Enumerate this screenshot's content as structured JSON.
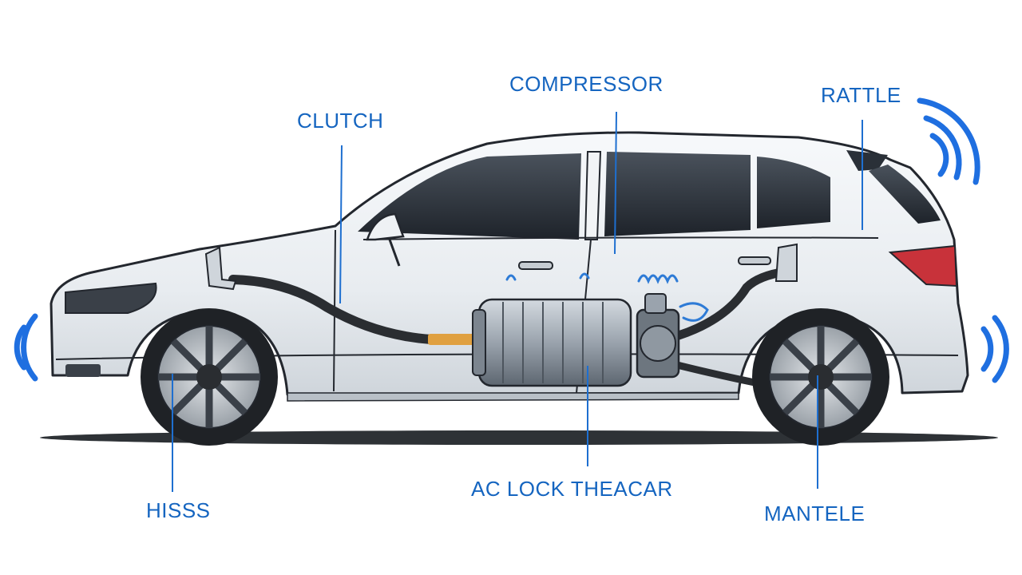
{
  "colors": {
    "label": "#1565c0",
    "leader": "#1e6fd0",
    "sound_waves": "#1f6fe0",
    "car_body": "#eef1f4",
    "car_outline": "#23272e",
    "window": "#2a3038",
    "tire": "#1f2226",
    "rim": "#c9ced4",
    "compressor": "#a4adb7",
    "hose": "#2a2d31",
    "taillight": "#c8323a",
    "ground_shadow": "#2e3236"
  },
  "labels": {
    "compressor": "COMPRESSOR",
    "clutch": "CLUTCH",
    "rattle": "RATTLE",
    "hisss": "HISSS",
    "ac_lock": "AC  LOCK THEACAR",
    "mantele": "MANTELE"
  },
  "icons": [
    "sound-wave-icon",
    "sound-wave-icon",
    "sound-wave-icon"
  ]
}
